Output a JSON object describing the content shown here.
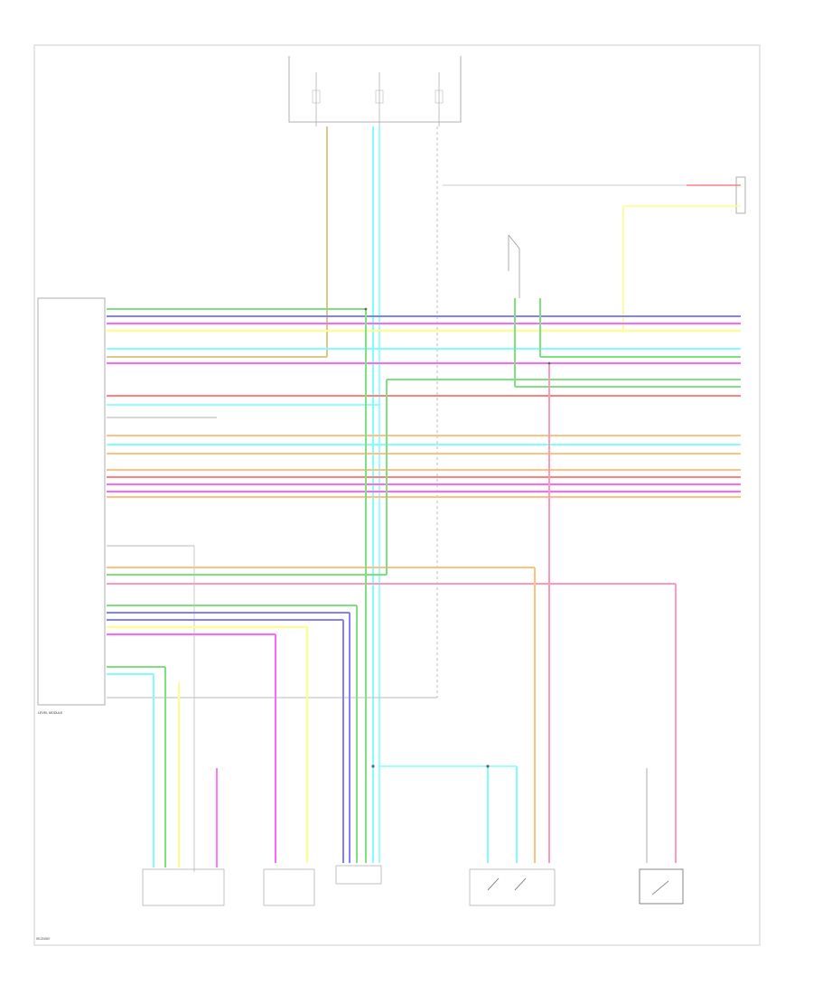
{
  "diagram": {
    "footer_code": "W1234567",
    "module_label": "LEVEL MODULE",
    "colors": {
      "green": "#7fe07f",
      "blue": "#7f7fff",
      "red": "#ff8080",
      "yellow": "#ffff80",
      "cyan": "#80ffff",
      "magenta": "#ff66ff",
      "orange": "#ffc080",
      "pink": "#ff99bb",
      "gray": "#bbbbbb",
      "tan": "#dcc98a",
      "frame": "#cccccc"
    },
    "fuse_box": {
      "fuses": [
        "",
        "",
        ""
      ],
      "caption": ""
    },
    "components": [
      {
        "id": "c1",
        "caption": ""
      },
      {
        "id": "c2",
        "caption": ""
      },
      {
        "id": "c3",
        "caption": ""
      },
      {
        "id": "c4",
        "caption": ""
      },
      {
        "id": "c5",
        "caption": ""
      }
    ]
  }
}
